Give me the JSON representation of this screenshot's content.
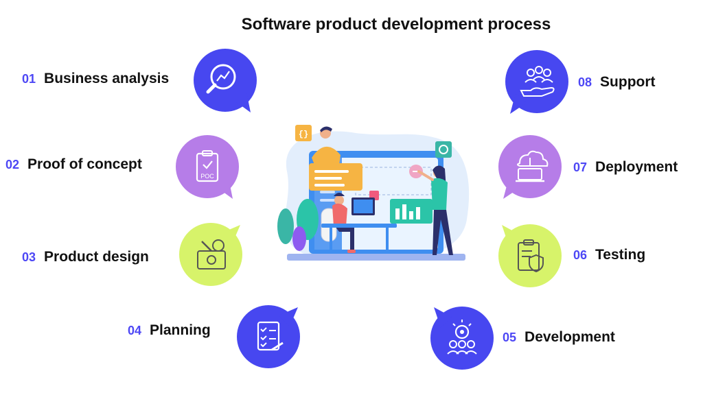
{
  "title": "Software product development process",
  "colors": {
    "blue": "#4747f0",
    "purple": "#b67de8",
    "lime": "#d7f36a",
    "number_blue": "#4d47f5"
  },
  "steps": [
    {
      "num": "01",
      "label": "Business analysis",
      "icon": "magnifier-chart-icon",
      "color": "blue"
    },
    {
      "num": "02",
      "label": "Proof of concept",
      "icon": "poc-clipboard-icon",
      "color": "purple"
    },
    {
      "num": "03",
      "label": "Product design",
      "icon": "design-tools-icon",
      "color": "lime"
    },
    {
      "num": "04",
      "label": "Planning",
      "icon": "checklist-icon",
      "color": "blue"
    },
    {
      "num": "05",
      "label": "Development",
      "icon": "team-gear-icon",
      "color": "blue"
    },
    {
      "num": "06",
      "label": "Testing",
      "icon": "clipboard-shield-icon",
      "color": "lime"
    },
    {
      "num": "07",
      "label": "Deployment",
      "icon": "cloud-laptop-icon",
      "color": "purple"
    },
    {
      "num": "08",
      "label": "Support",
      "icon": "hand-people-icon",
      "color": "blue"
    }
  ]
}
